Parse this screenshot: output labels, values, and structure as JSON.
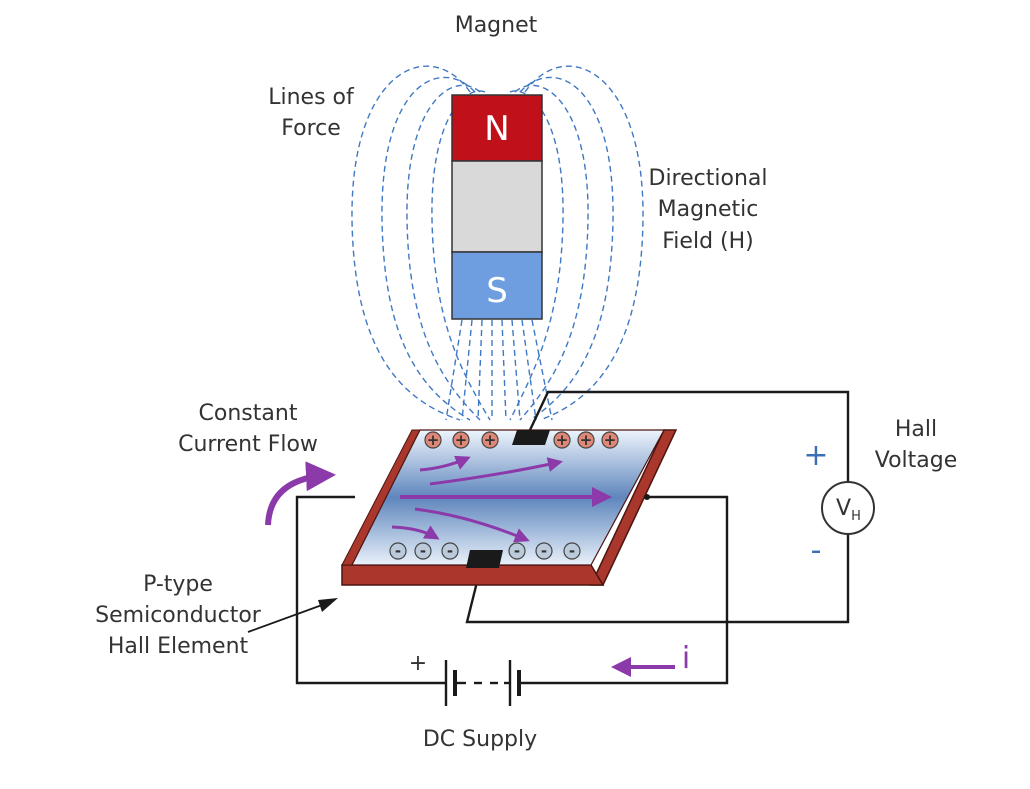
{
  "labels": {
    "magnet": "Magnet",
    "lines_of_force_1": "Lines of",
    "lines_of_force_2": "Force",
    "field_1": "Directional",
    "field_2": "Magnetic",
    "field_3": "Field (H)",
    "current_1": "Constant",
    "current_2": "Current Flow",
    "element_1": "P-type",
    "element_2": "Semiconductor",
    "element_3": "Hall Element",
    "hall_1": "Hall",
    "hall_2": "Voltage",
    "supply": "DC Supply",
    "north": "N",
    "south": "S",
    "meter_main": "V",
    "meter_sub": "H",
    "plus_hall": "+",
    "minus_hall": "-",
    "plus_supply": "+",
    "current_symbol": "i",
    "positive_charge": "+",
    "negative_charge": "-"
  },
  "colors": {
    "north": "#c0101a",
    "magnet_body": "#d9d9d9",
    "south": "#6e9ee0",
    "flux": "#3f78c4",
    "slab_edge": "#a9372c",
    "arrow": "#8c3aaa",
    "sign": "#3a6fb7",
    "positive_charge": "#e08878",
    "negative_charge": "#bccbdc"
  }
}
